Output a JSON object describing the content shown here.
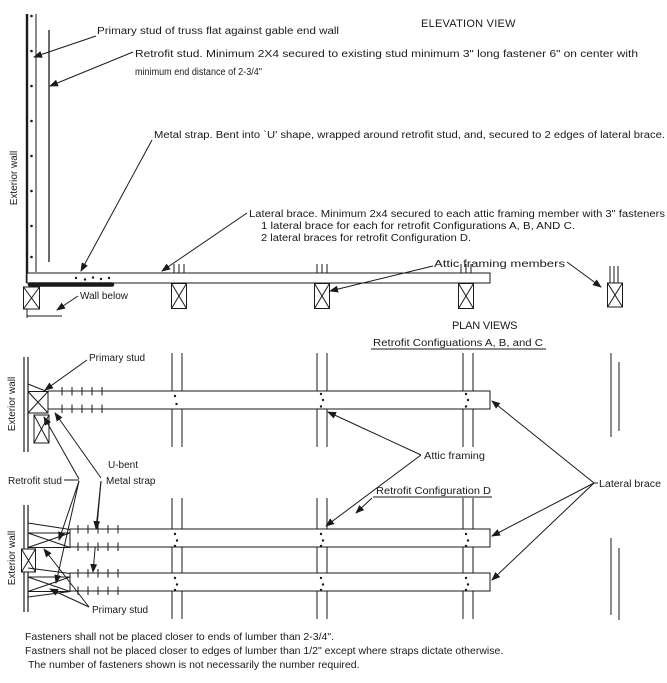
{
  "colors": {
    "ink": "#1a1a1a",
    "paper": "#ffffff"
  },
  "elevation": {
    "title": "ELEVATION VIEW",
    "exterior_wall": "Exterior wall",
    "labels": {
      "primary_stud": "Primary stud of truss flat against gable end wall",
      "retrofit_stud_line1": "Retrofit stud.  Minimum 2X4 secured to existing stud minimum 3\" long fastener 6\" on center with",
      "retrofit_stud_line2": "minimum end distance of 2-3/4\"",
      "metal_strap": "Metal strap.  Bent into `U' shape, wrapped around retrofit stud, and, secured to 2 edges of lateral brace.",
      "lateral_brace_line1": "Lateral brace.  Minimum 2x4 secured to each  attic framing member with 3\" fasteners",
      "lateral_brace_line2": "1 lateral brace for each for retrofit Configurations A, B, AND C.",
      "lateral_brace_line3": "2 lateral braces for retrofit Configuration D.",
      "attic_framing_members": "Attic framing members",
      "wall_below": "Wall below"
    }
  },
  "plan": {
    "title": "PLAN VIEWS",
    "config_abc": "Retrofit Configuations A, B, and C",
    "config_d": "Retrofit Configuration D",
    "exterior_wall_abc": "Exterior wall",
    "exterior_wall_d": "Exterior wall",
    "labels": {
      "primary_stud_top": "Primary stud",
      "primary_stud_bottom": "Primary stud",
      "retrofit_stud": "Retrofit stud",
      "u_bent": "U-bent",
      "metal_strap": "Metal strap",
      "attic_framing": "Attic framing",
      "lateral_brace": "Lateral brace"
    }
  },
  "notes": {
    "line1": "Fasteners shall not be placed closer to ends of lumber than 2-3/4\".",
    "line2": "Fastners shall not be placed closer to edges of lumber than 1/2\" except where straps dictate otherwise.",
    "line3": "The number of fasteners shown is not necessarily the number required."
  }
}
